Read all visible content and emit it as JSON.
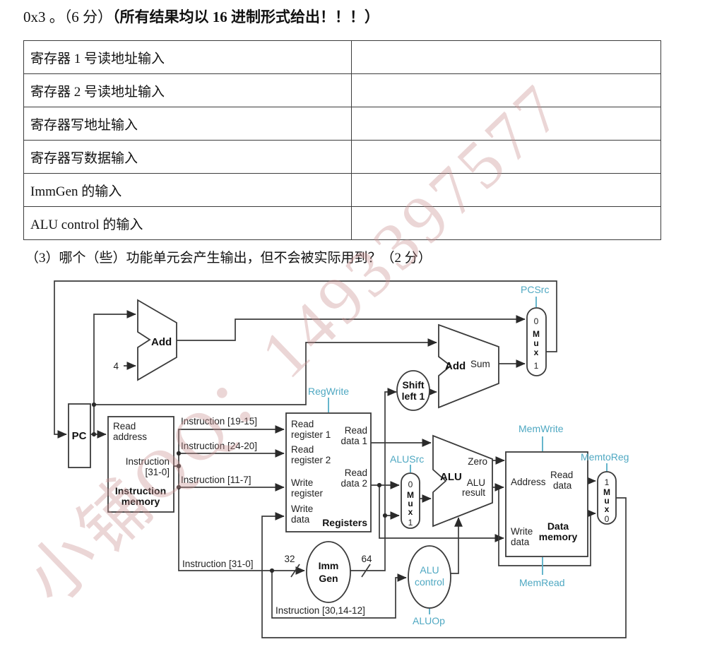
{
  "page": {
    "title_prefix": "0x3 。（6 分）",
    "title_bold": "（所有结果均以 16 进制形式给出！！！）",
    "question3": "（3）哪个（些）功能单元会产生输出，但不会被实际用到？（2 分）",
    "watermark": "小铺QQ：1493397577"
  },
  "table": {
    "rows": [
      {
        "label": "寄存器 1 号读地址输入",
        "value": ""
      },
      {
        "label": "寄存器 2 号读地址输入",
        "value": ""
      },
      {
        "label": "寄存器写地址输入",
        "value": ""
      },
      {
        "label": "寄存器写数据输入",
        "value": ""
      },
      {
        "label": "ImmGen 的输入",
        "value": ""
      },
      {
        "label": "ALU control 的输入",
        "value": ""
      }
    ]
  },
  "d": {
    "pc": "PC",
    "add": "Add",
    "sum": "Sum",
    "four": "4",
    "imem_l1": "Read",
    "imem_l2": "address",
    "imem_l3": "Instruction",
    "imem_l4": "[31-0]",
    "imem_n1": "Instruction",
    "imem_n2": "memory",
    "w1915": "Instruction [19-15]",
    "w2420": "Instruction [24-20]",
    "w117": "Instruction [11-7]",
    "w310": "Instruction [31-0]",
    "w3014": "Instruction [30,14-12]",
    "rr1a": "Read",
    "rr1b": "register 1",
    "rr2a": "Read",
    "rr2b": "register 2",
    "wra": "Write",
    "wrb": "register",
    "wda": "Write",
    "wdb": "data",
    "rd1a": "Read",
    "rd1b": "data 1",
    "rd2a": "Read",
    "rd2b": "data 2",
    "regs": "Registers",
    "sh1": "Shift",
    "sh2": "left 1",
    "m": "M",
    "u": "u",
    "x": "x",
    "n0": "0",
    "n1": "1",
    "alu": "ALU",
    "zero": "Zero",
    "alur1": "ALU",
    "alur2": "result",
    "dm_addr": "Address",
    "dm_r1": "Read",
    "dm_r2": "data",
    "dm_w1": "Write",
    "dm_w2": "data",
    "dm_n1": "Data",
    "dm_n2": "memory",
    "imm1": "Imm",
    "imm2": "Gen",
    "b32": "32",
    "b64": "64",
    "ctl_pcsrc": "PCSrc",
    "ctl_regwrite": "RegWrite",
    "ctl_alusrc": "ALUSrc",
    "ctl_memwrite": "MemWrite",
    "ctl_memtoreg": "MemtoReg",
    "ctl_memread": "MemRead",
    "ctl_aluc1": "ALU",
    "ctl_aluc2": "control",
    "ctl_aluop": "ALUOp"
  },
  "colors": {
    "control_signal": "#4fa8c2",
    "wire": "#3b3b3b"
  }
}
